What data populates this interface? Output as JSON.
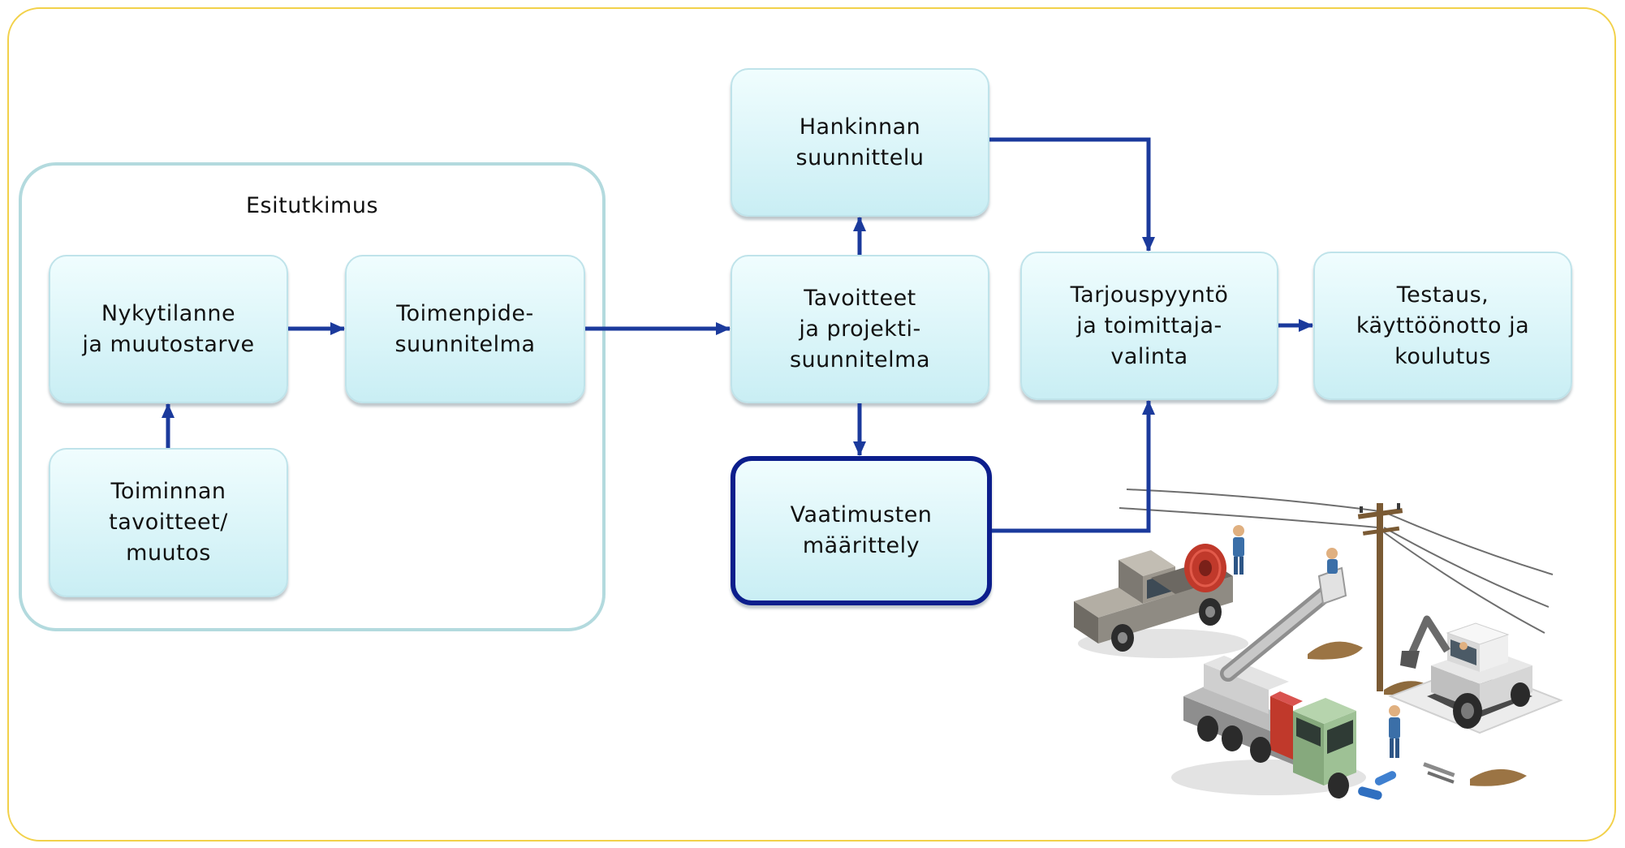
{
  "colors": {
    "frame_border": "#f2d14a",
    "arrow": "#1b3a9c",
    "group_border": "#b3dade",
    "box_fill_top": "#f0fdfe",
    "box_fill_bottom": "#c9eef4",
    "highlight_border": "#0c1e8c"
  },
  "group": {
    "label": "Esitutkimus"
  },
  "nodes": {
    "nykytilanne": {
      "lines": [
        "Nykytilanne",
        "ja muutostarve"
      ]
    },
    "toimenpide": {
      "lines": [
        "Toimenpide-",
        "suunnitelma"
      ]
    },
    "toiminnan": {
      "lines": [
        "Toiminnan",
        "tavoitteet/",
        "muutos"
      ]
    },
    "hankinnan": {
      "lines": [
        "Hankinnan",
        "suunnittelu"
      ]
    },
    "tavoitteet": {
      "lines": [
        "Tavoitteet",
        "ja projekti-",
        "suunnitelma"
      ]
    },
    "vaatimusten": {
      "lines": [
        "Vaatimusten",
        "määrittely"
      ]
    },
    "tarjouspyynto": {
      "lines": [
        "Tarjouspyyntö",
        "ja toimittaja-",
        "valinta"
      ]
    },
    "testaus": {
      "lines": [
        "Testaus,",
        "käyttöönotto ja",
        "koulutus"
      ]
    }
  },
  "illustration": {
    "icons": [
      "power-lines-icon",
      "utility-pole-icon",
      "pickup-truck-icon",
      "cable-reel-icon",
      "bucket-truck-icon",
      "excavator-icon",
      "worker-icon",
      "dirt-pile-icon",
      "pipes-icon"
    ]
  }
}
